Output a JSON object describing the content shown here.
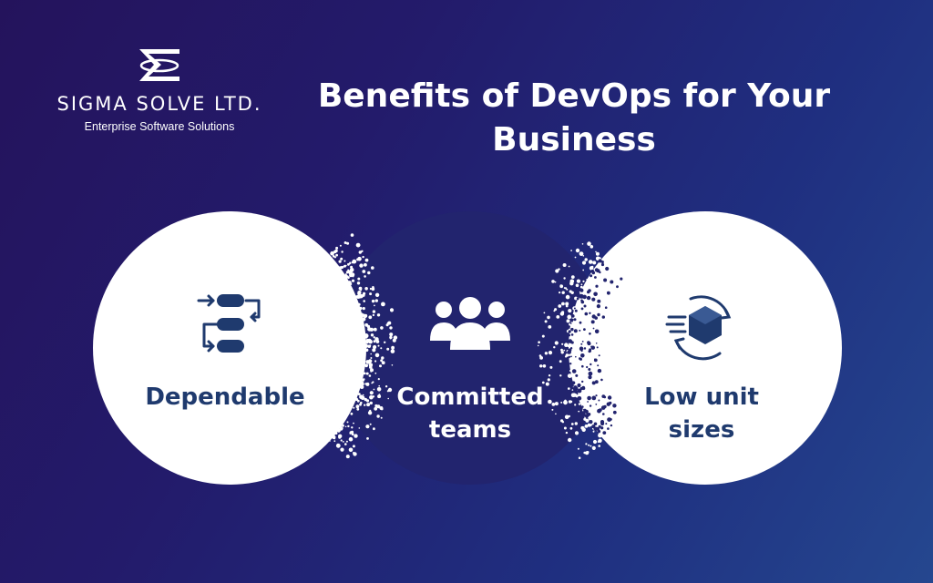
{
  "brand": {
    "name": "SIGMA SOLVE LTD.",
    "tagline": "Enterprise Software Solutions",
    "logo_icon": "sigma-logo-icon"
  },
  "headline": {
    "line1": "Benefits of DevOps for Your",
    "line2": "Business"
  },
  "benefits": [
    {
      "label": "Dependable",
      "icon": "workflow-icon"
    },
    {
      "label_line1": "Committed",
      "label_line2": "teams",
      "icon": "team-icon"
    },
    {
      "label_line1": "Low unit",
      "label_line2": "sizes",
      "icon": "fast-cube-icon"
    }
  ],
  "colors": {
    "background_start": "#24135c",
    "background_end": "#25478f",
    "accent_dark": "#1f3a6e",
    "white": "#ffffff"
  }
}
